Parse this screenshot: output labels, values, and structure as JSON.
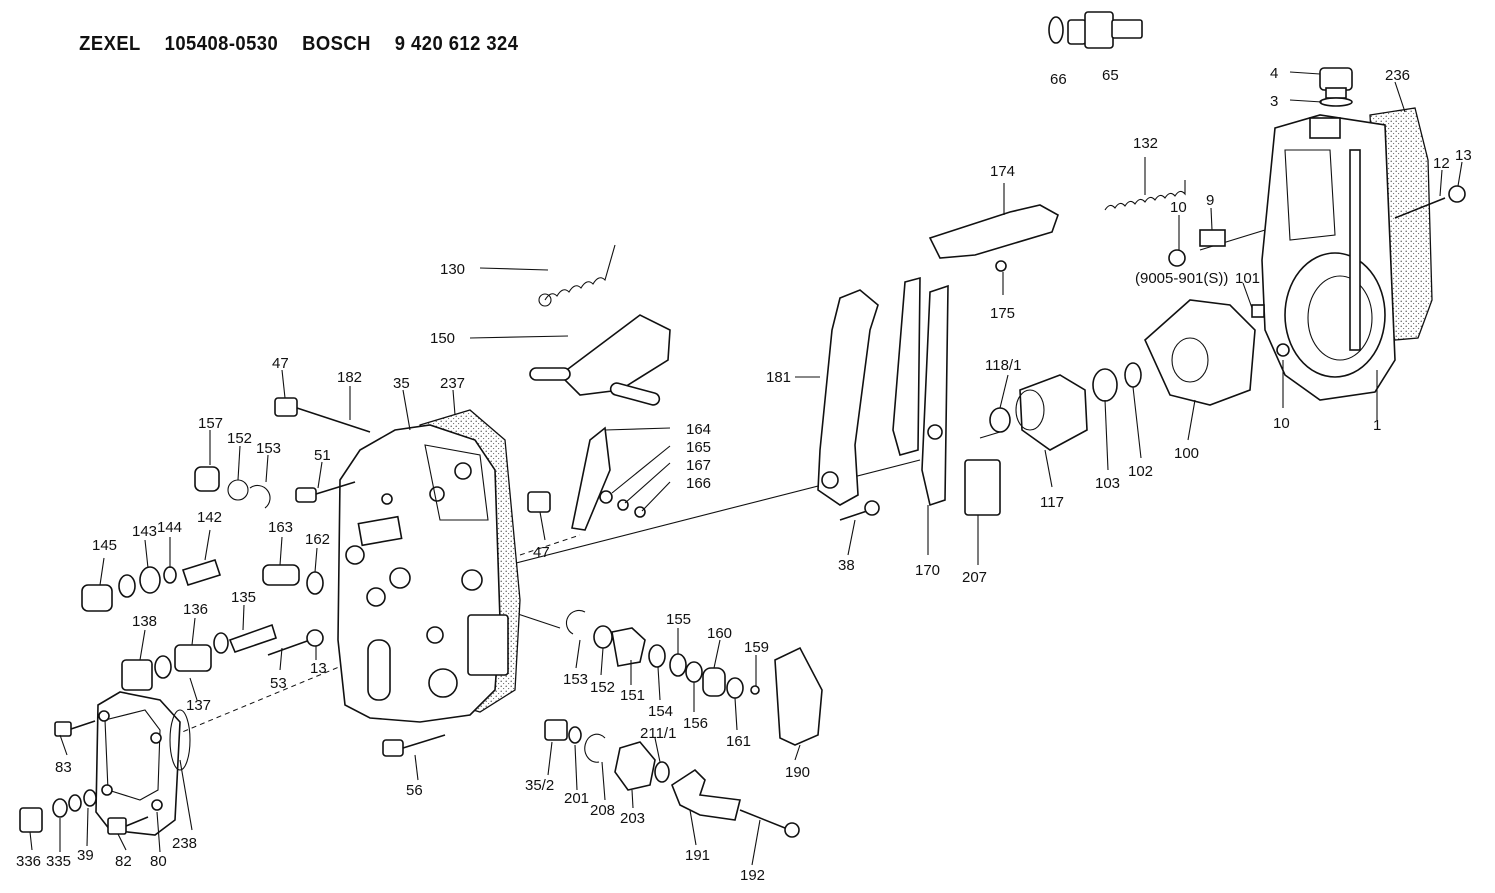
{
  "header": {
    "maker1": "ZEXEL",
    "part1": "105408-0530",
    "maker2": "BOSCH",
    "part2": "9 420 612 324"
  },
  "callouts": {
    "c66": "66",
    "c65": "65",
    "c4": "4",
    "c3": "3",
    "c236": "236",
    "c132": "132",
    "c174": "174",
    "c10a": "10",
    "c9": "9",
    "c12": "12",
    "c13a": "13",
    "c9005": "(9005-901(S))",
    "c101": "101",
    "c175": "175",
    "c130": "130",
    "c150": "150",
    "c181": "181",
    "c118": "118/1",
    "c117": "117",
    "c103": "103",
    "c102": "102",
    "c100": "100",
    "c10b": "10",
    "c1": "1",
    "c47a": "47",
    "c182": "182",
    "c35": "35",
    "c237": "237",
    "c157": "157",
    "c152a": "152",
    "c153a": "153",
    "c51": "51",
    "c164": "164",
    "c165": "165",
    "c167": "167",
    "c166": "166",
    "c47b": "47",
    "c38": "38",
    "c170": "170",
    "c207": "207",
    "c145": "145",
    "c143": "143",
    "c144": "144",
    "c142": "142",
    "c163": "163",
    "c162": "162",
    "c138": "138",
    "c136": "136",
    "c135": "135",
    "c53": "53",
    "c13b": "13",
    "c137": "137",
    "c153b": "153",
    "c152b": "152",
    "c151": "151",
    "c155": "155",
    "c154": "154",
    "c160": "160",
    "c156": "156",
    "c159": "159",
    "c161": "161",
    "c190": "190",
    "c83": "83",
    "c238": "238",
    "c56": "56",
    "c352": "35/2",
    "c201": "201",
    "c208": "208",
    "c203": "203",
    "c2111": "211/1",
    "c191": "191",
    "c192": "192",
    "c336": "336",
    "c335": "335",
    "c39": "39",
    "c82": "82",
    "c80": "80"
  }
}
